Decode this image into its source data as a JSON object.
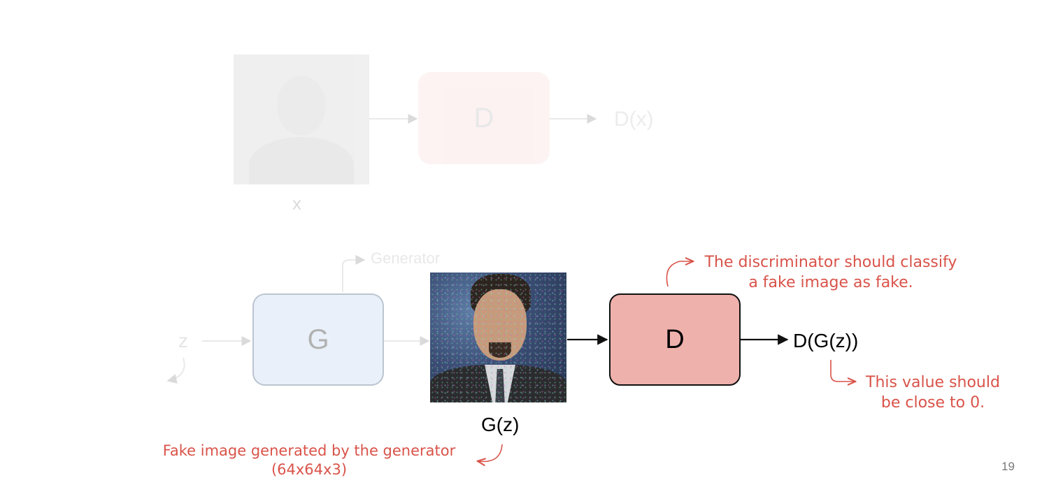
{
  "top_row": {
    "input_label": "x",
    "discriminator_label": "D",
    "output_label": "D(x)"
  },
  "bottom_row": {
    "noise_label": "z",
    "generator_label": "G",
    "generator_caption": "Generator",
    "discriminator_label": "D",
    "fake_image_label": "G(z)",
    "output_label": "D(G(z))"
  },
  "annotations": {
    "discriminator_note": [
      "The discriminator should classify",
      "a fake image as fake."
    ],
    "value_note": [
      "This value should",
      "be close to 0."
    ],
    "fake_image_note": [
      "Fake image generated by the generator",
      "(64x64x3)"
    ]
  },
  "page_number": "19",
  "colors": {
    "annotation_red": "#d9534a",
    "discriminator_fill": "#efb1ac",
    "generator_fill": "#cfe0f2"
  }
}
